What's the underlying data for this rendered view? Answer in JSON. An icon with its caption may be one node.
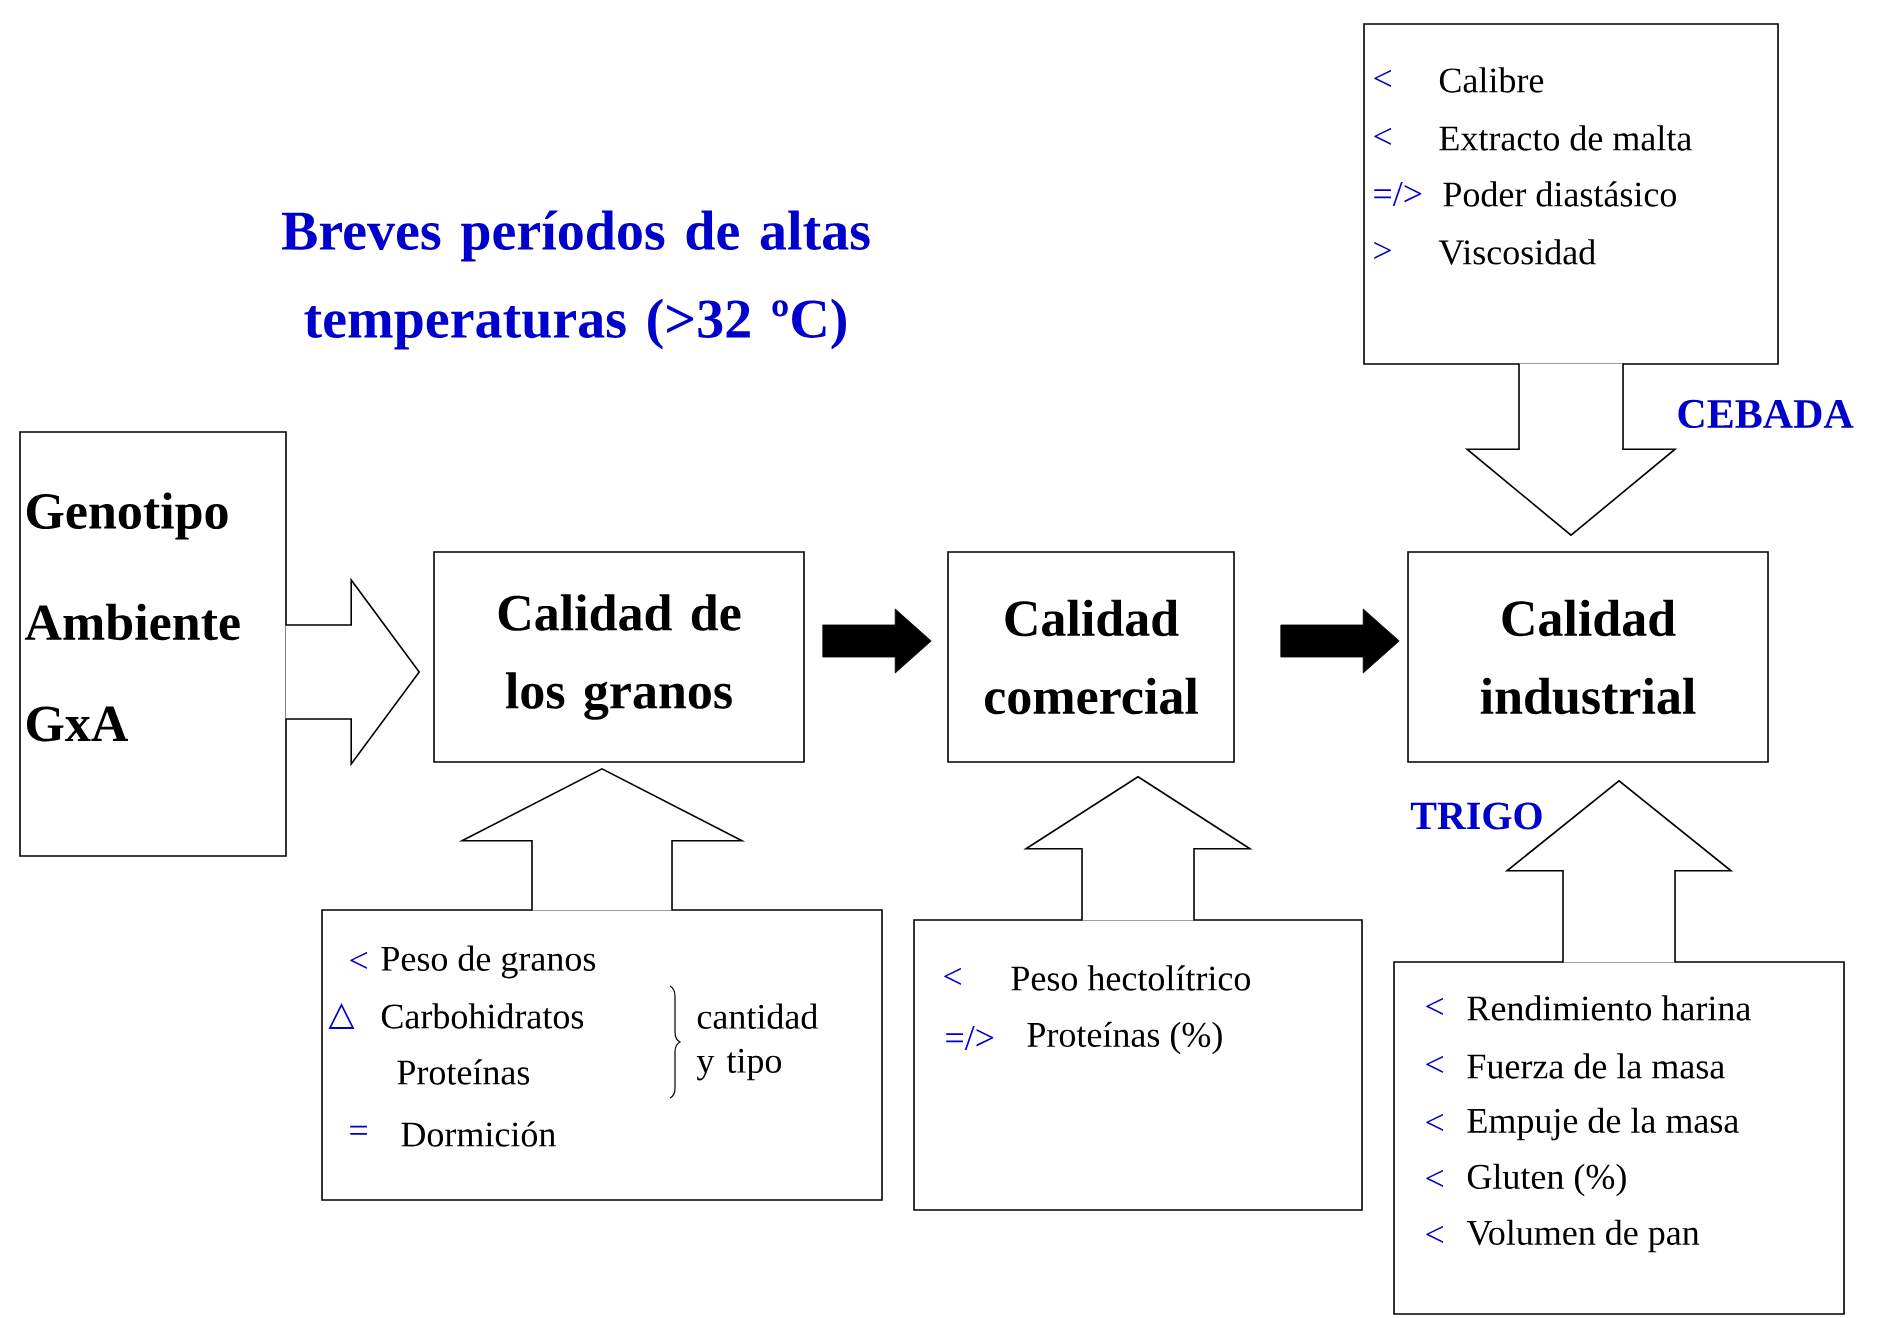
{
  "diagram": {
    "title": "Breves períodos de altas temperaturas (>32 ºC)",
    "nodes": [
      {
        "text": [
          "Genotipo",
          "Ambiente",
          "GxA"
        ]
      },
      {
        "text": [
          "Calidad de los granos"
        ]
      },
      {
        "text": [
          "Calidad comercial"
        ]
      },
      {
        "text": [
          "Calidad industrial"
        ]
      },
      {
        "text": [
          "<",
          "Peso de granos",
          "△",
          "Carbohidratos",
          "Proteínas",
          "cantidad y tipo",
          "=",
          "Dormición"
        ]
      },
      {
        "text": [
          "<",
          "Peso hectolítrico",
          "=/>",
          "Proteínas (%)"
        ]
      },
      {
        "text": [
          "<",
          "Rendimiento harina",
          "<",
          "Fuerza de la masa",
          "<",
          "Empuje de la masa",
          "<",
          "Gluten (%)",
          "<",
          "Volumen de pan"
        ]
      },
      {
        "text": [
          "<",
          "Calibre",
          "<",
          "Extracto de malta",
          "=/>",
          "Poder diastásico",
          ">",
          "Viscosidad"
        ]
      }
    ],
    "edges": [
      {
        "from": 0,
        "to": 1,
        "arrow": "to"
      },
      {
        "from": 1,
        "to": 2,
        "arrow": "to",
        "style": "thick"
      },
      {
        "from": 2,
        "to": 3,
        "arrow": "to",
        "style": "thick"
      },
      {
        "from": 4,
        "to": 1,
        "arrow": "to"
      },
      {
        "from": 5,
        "to": 2,
        "arrow": "to"
      },
      {
        "from": 6,
        "to": 3,
        "arrow": "to"
      },
      {
        "from": 7,
        "to": 3,
        "arrow": "to"
      }
    ],
    "labels": [
      "CEBADA",
      "TRIGO"
    ]
  }
}
